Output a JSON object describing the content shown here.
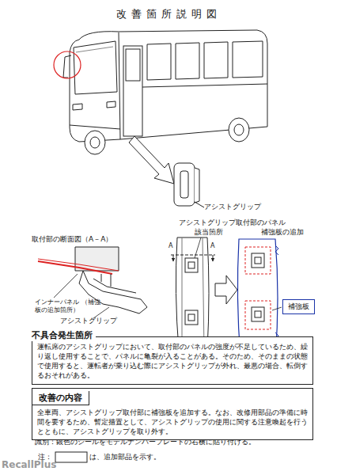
{
  "diagram": {
    "title": "改善箇所説明図",
    "nodes": [
      {
        "text": [
          "補強板"
        ]
      },
      {
        "text": [
          "不具合発生箇所",
          "運転席のアシストグリップにおいて、取付部のパネルの強度が不足しているため、繰り返し使用することで、パネルに亀裂が入ることがある。そのため、そのままの状態で使用すると、運転者が乗り込む際にアシストグリップが外れ、最悪の場合、転倒するおそれがある。"
        ]
      },
      {
        "text": [
          "改善の内容",
          "全車両、アシストグリップ取付部に補強板を追加する。なお、改修用部品の準備に時間を要するため、暫定措置として、アシストグリップの使用に関する注意喚起を行うとともに、アシストグリップを取り外す。"
        ]
      }
    ],
    "labels": [
      "アシストグリップ",
      "アシストグリップ取付部のパネル",
      "取付部の断面図（A－A）",
      "該当箇所",
      "補強板の追加",
      "A",
      "A",
      "インナーパネル （補強板の追加箇所）",
      "アシストグリップ",
      "識別：銀色のシールをモデルナンバープレートの右横に貼り付ける。",
      "注：",
      "は、追加部品を示す。",
      "RecallPlus"
    ]
  }
}
